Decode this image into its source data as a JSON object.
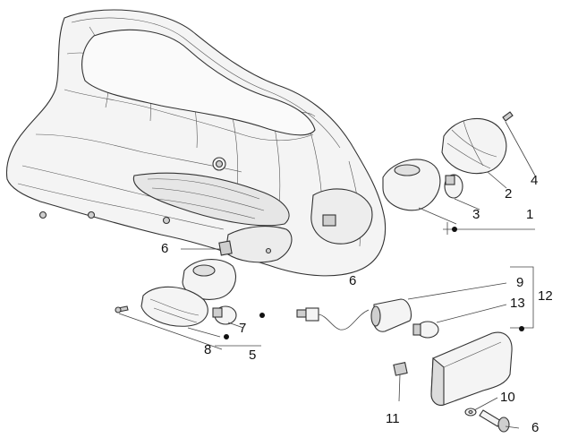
{
  "diagram": {
    "callouts": {
      "c1": "1",
      "c2": "2",
      "c3": "3",
      "c4": "4",
      "c5": "5",
      "c6a": "6",
      "c6b": "6",
      "c6c": "6",
      "c7": "7",
      "c8": "8",
      "c9": "9",
      "c10": "10",
      "c11": "11",
      "c12": "12",
      "c13": "13"
    }
  }
}
